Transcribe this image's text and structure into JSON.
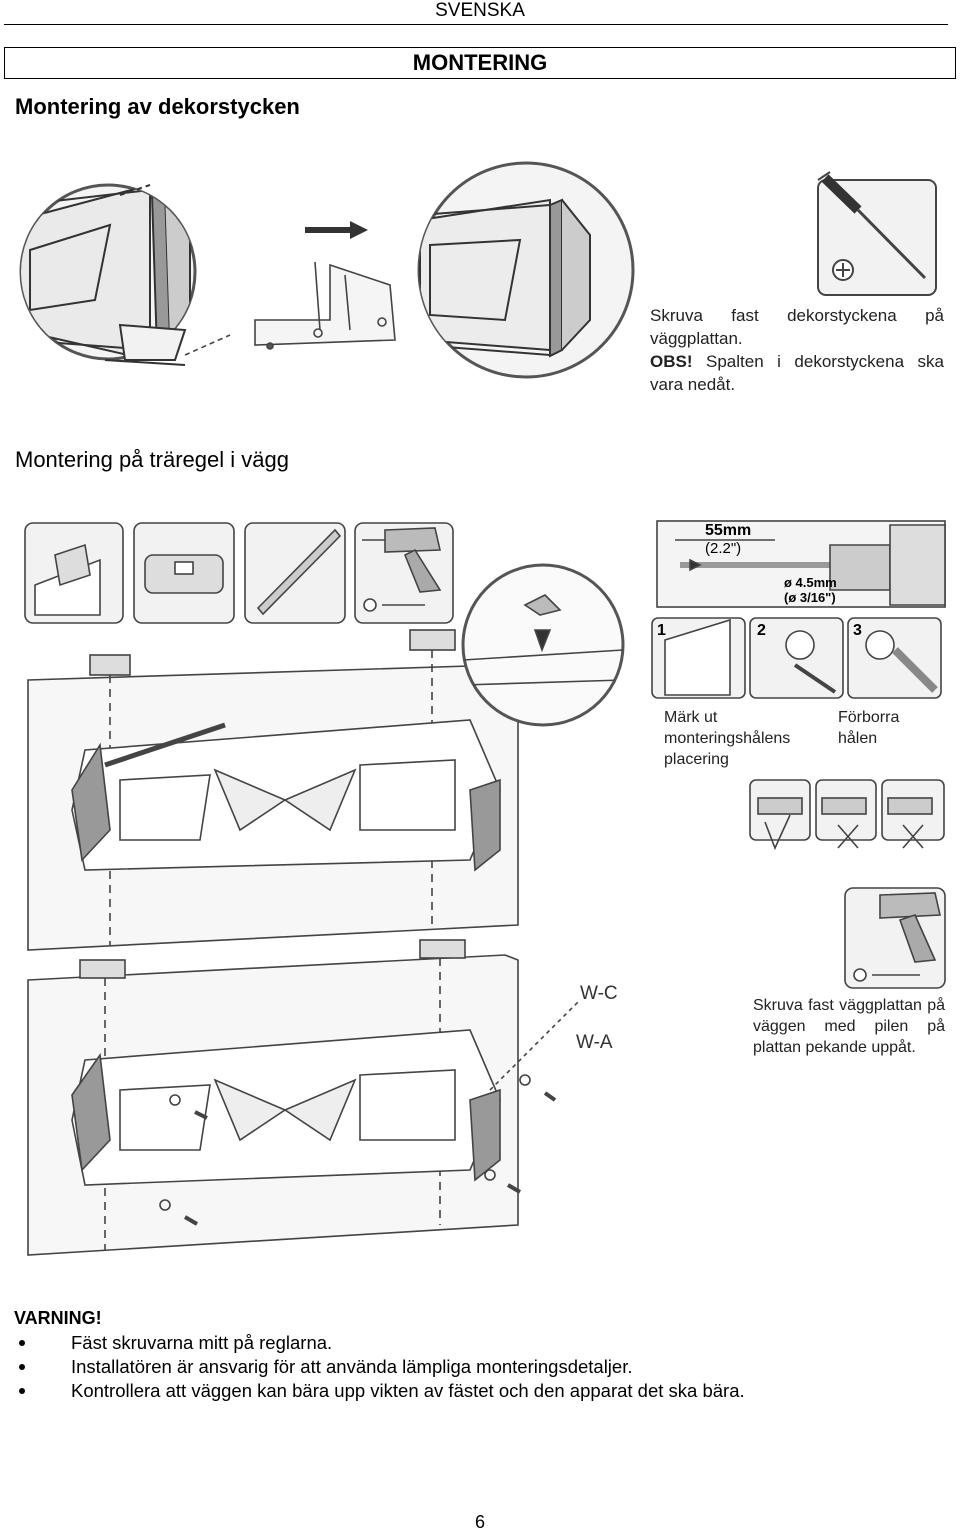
{
  "header": {
    "language": "SVENSKA",
    "section": "MONTERING"
  },
  "decor": {
    "heading": "Montering av dekorstycken",
    "instr_line1": "Skruva fast dekorstyckena på väggplattan.",
    "obs_label": "OBS!",
    "obs_text": "Spalten i dekorstyckena ska vara nedåt."
  },
  "stud": {
    "heading": "Montering på träregel i vägg",
    "dim_a": "55mm",
    "dim_a_in": "(2.2\")",
    "dim_b": "ø 4.5mm",
    "dim_b_in": "(ø 3/16\")",
    "step_numbers": [
      "1",
      "2",
      "3"
    ],
    "mark_label": "Märk ut monteringshålens placering",
    "predrill_label": "Förborra hålen",
    "screw_instr": "Skruva fast väggplattan på väggen med pilen på plattan pekande uppåt.",
    "label_wc": "W-C",
    "label_wa": "W-A"
  },
  "warning": {
    "title": "VARNING!",
    "items": [
      "Fäst skruvarna mitt på reglarna.",
      "Installatören är ansvarig för att använda lämpliga monteringsdetaljer.",
      "Kontrollera att väggen kan bära upp vikten av fästet och den apparat det ska bära."
    ]
  },
  "page_number": "6"
}
